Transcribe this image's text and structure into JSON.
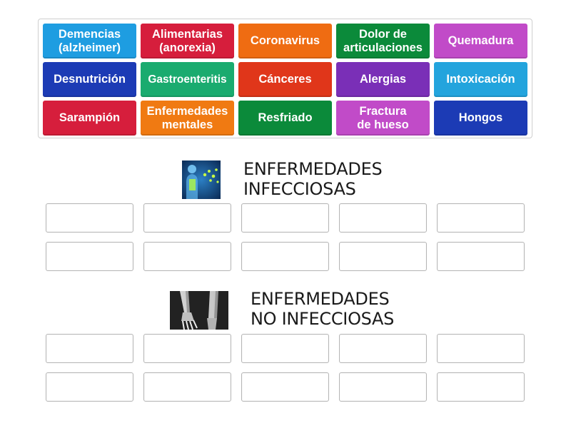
{
  "tiles": [
    {
      "label": "Demencias\n(alzheimer)",
      "color": "#1e9de1"
    },
    {
      "label": "Alimentarias\n(anorexia)",
      "color": "#d61e3c"
    },
    {
      "label": "Coronavirus",
      "color": "#ef6c12"
    },
    {
      "label": "Dolor de\narticulaciones",
      "color": "#0b8a3a"
    },
    {
      "label": "Quemadura",
      "color": "#c14bc8"
    },
    {
      "label": "Desnutrición",
      "color": "#1c3bb5"
    },
    {
      "label": "Gastroenteritis",
      "color": "#1aab6f"
    },
    {
      "label": "Cánceres",
      "color": "#e0361a"
    },
    {
      "label": "Alergias",
      "color": "#7a2fb7"
    },
    {
      "label": "Intoxicación",
      "color": "#23a4dd"
    },
    {
      "label": "Sarampión",
      "color": "#d61e3c"
    },
    {
      "label": "Enfermedades\nmentales",
      "color": "#f07a12"
    },
    {
      "label": "Resfriado",
      "color": "#0b8a3a"
    },
    {
      "label": "Fractura\nde hueso",
      "color": "#c14bc8"
    },
    {
      "label": "Hongos",
      "color": "#1c3bb5"
    }
  ],
  "groups": [
    {
      "title": "ENFERMEDADES\nINFECCIOSAS",
      "image_icon": "human-body-infection-icon"
    },
    {
      "title": "ENFERMEDADES\nNO INFECCIOSAS",
      "image_icon": "arm-xray-icon"
    }
  ]
}
